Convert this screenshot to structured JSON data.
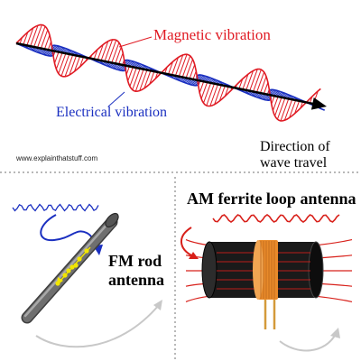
{
  "colors": {
    "magnetic": "#e01b24",
    "electrical": "#1a2fc0",
    "arrow": "#000000",
    "divider": "#b8b8b8",
    "rod": "#6f6f6f",
    "charge": "#f2e600",
    "ferrite": "#1a1a1a",
    "coil": "#e88a2a",
    "field": "#d8201a",
    "lead": "#d49a3a",
    "hint_arrow": "#c8c8c8"
  },
  "top_panel": {
    "magnetic_label": "Magnetic vibration",
    "electrical_label": "Electrical vibration",
    "direction_line1": "Direction of",
    "direction_line2": "wave travel",
    "watermark": "www.explainthatstuff.com"
  },
  "fm_panel": {
    "title_line1": "FM rod",
    "title_line2": "antenna"
  },
  "am_panel": {
    "title": "AM ferrite loop antenna"
  }
}
